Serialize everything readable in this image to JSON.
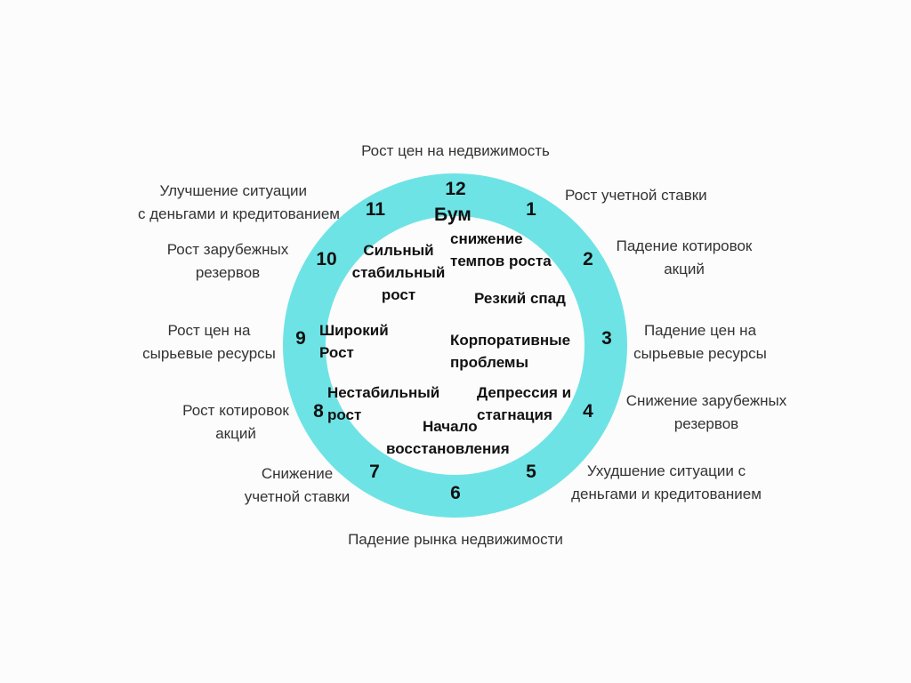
{
  "cycle": {
    "numbers": [
      "12",
      "1",
      "2",
      "3",
      "4",
      "5",
      "6",
      "7",
      "8",
      "9",
      "10",
      "11"
    ],
    "inner_phases": {
      "boom": "Бум",
      "slowdown": [
        "снижение",
        "темпов роста"
      ],
      "sharp_decline": "Резкий спад",
      "corporate_problems": [
        "Корпоративные",
        "проблемы"
      ],
      "depression": [
        "Депрессия и",
        "стагнация"
      ],
      "recovery_start": [
        "Начало",
        "восстановления"
      ],
      "unstable_growth": [
        "Нестабильный",
        "рост"
      ],
      "broad_growth": [
        "Широкий",
        "Рост"
      ],
      "strong_growth": [
        "Сильный",
        "стабильный",
        "рост"
      ]
    },
    "outer_events": {
      "pos12": [
        "Рост цен на недвижимость"
      ],
      "pos1": [
        "Рост учетной ставки"
      ],
      "pos2": [
        "Падение котировок",
        "акций"
      ],
      "pos3": [
        "Падение цен на",
        "сырьевые ресурсы"
      ],
      "pos4": [
        "Снижение зарубежных",
        "резервов"
      ],
      "pos5": [
        "Ухудшение ситуации с",
        "деньгами и кредитованием"
      ],
      "pos6": [
        "Падение рынка недвижимости"
      ],
      "pos7": [
        "Снижение",
        "учетной ставки"
      ],
      "pos8": [
        "Рост котировок",
        "акций"
      ],
      "pos9": [
        "Рост цен на",
        "сырьевые ресурсы"
      ],
      "pos10": [
        "Рост зарубежных",
        "резервов"
      ],
      "pos11": [
        "Улучшение ситуации",
        "с деньгами и кредитованием"
      ]
    },
    "colors": {
      "ring": "#6ee3e5",
      "background": "#fcfcfc"
    }
  }
}
